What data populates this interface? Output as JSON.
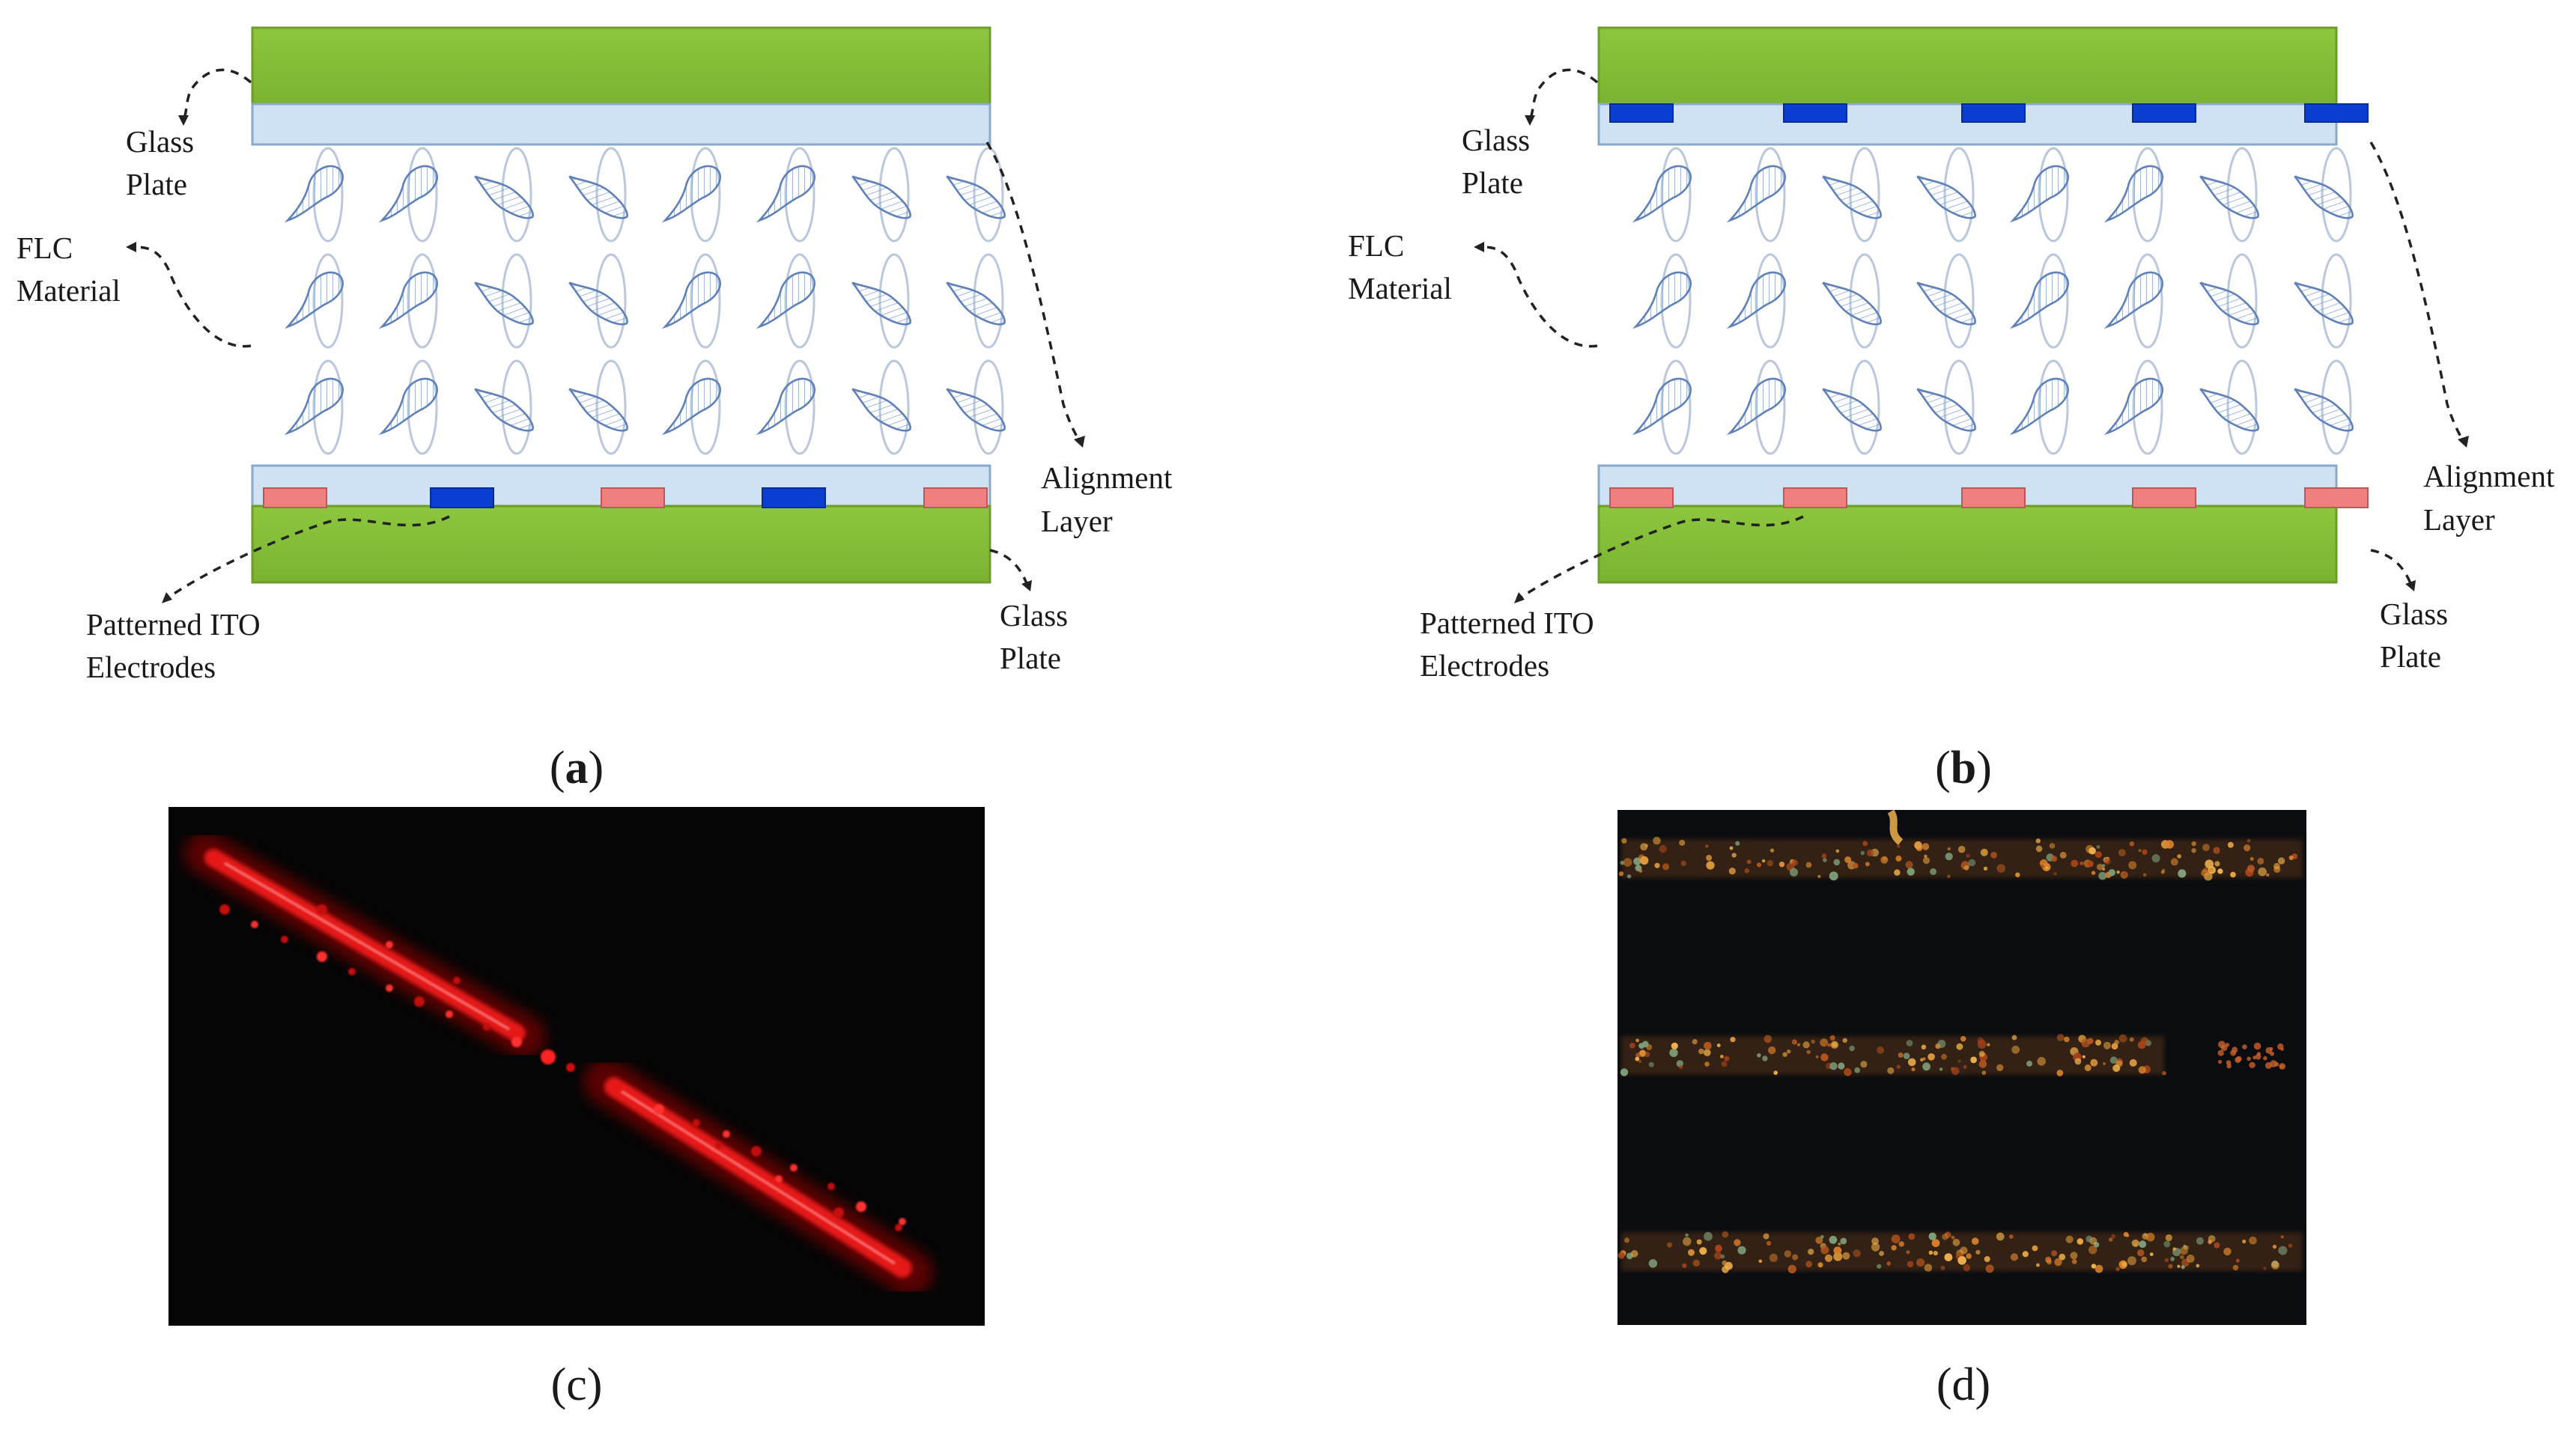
{
  "panels": {
    "a": {
      "caption_open": "(",
      "caption_letter": "a",
      "caption_close": ")",
      "labels": {
        "glass_top_1": "Glass",
        "glass_top_2": "Plate",
        "flc_1": "FLC",
        "flc_2": "Material",
        "align_1": "Alignment",
        "align_2": "Layer",
        "ito_1": "Patterned ITO",
        "ito_2": "Electrodes",
        "glass_bot_1": "Glass",
        "glass_bot_2": "Plate"
      }
    },
    "b": {
      "caption_open": "(",
      "caption_letter": "b",
      "caption_close": ")",
      "labels": {
        "glass_top_1": "Glass",
        "glass_top_2": "Plate",
        "flc_1": "FLC",
        "flc_2": "Material",
        "align_1": "Alignment",
        "align_2": "Layer",
        "ito_1": "Patterned ITO",
        "ito_2": "Electrodes",
        "glass_bot_1": "Glass",
        "glass_bot_2": "Plate"
      }
    },
    "c": {
      "caption": "(c)"
    },
    "d": {
      "caption": "(d)"
    }
  },
  "colors": {
    "glass_green": "#8dc63f",
    "alignment_layer": "#cfe2f3",
    "electrode_pink": "#f08080",
    "electrode_blue": "#0b3fd1",
    "molecule_blue": "#6d8fc4",
    "photo_bg": "#050505",
    "laser_red": "#e01010",
    "texture_orange": "#d9822b"
  }
}
